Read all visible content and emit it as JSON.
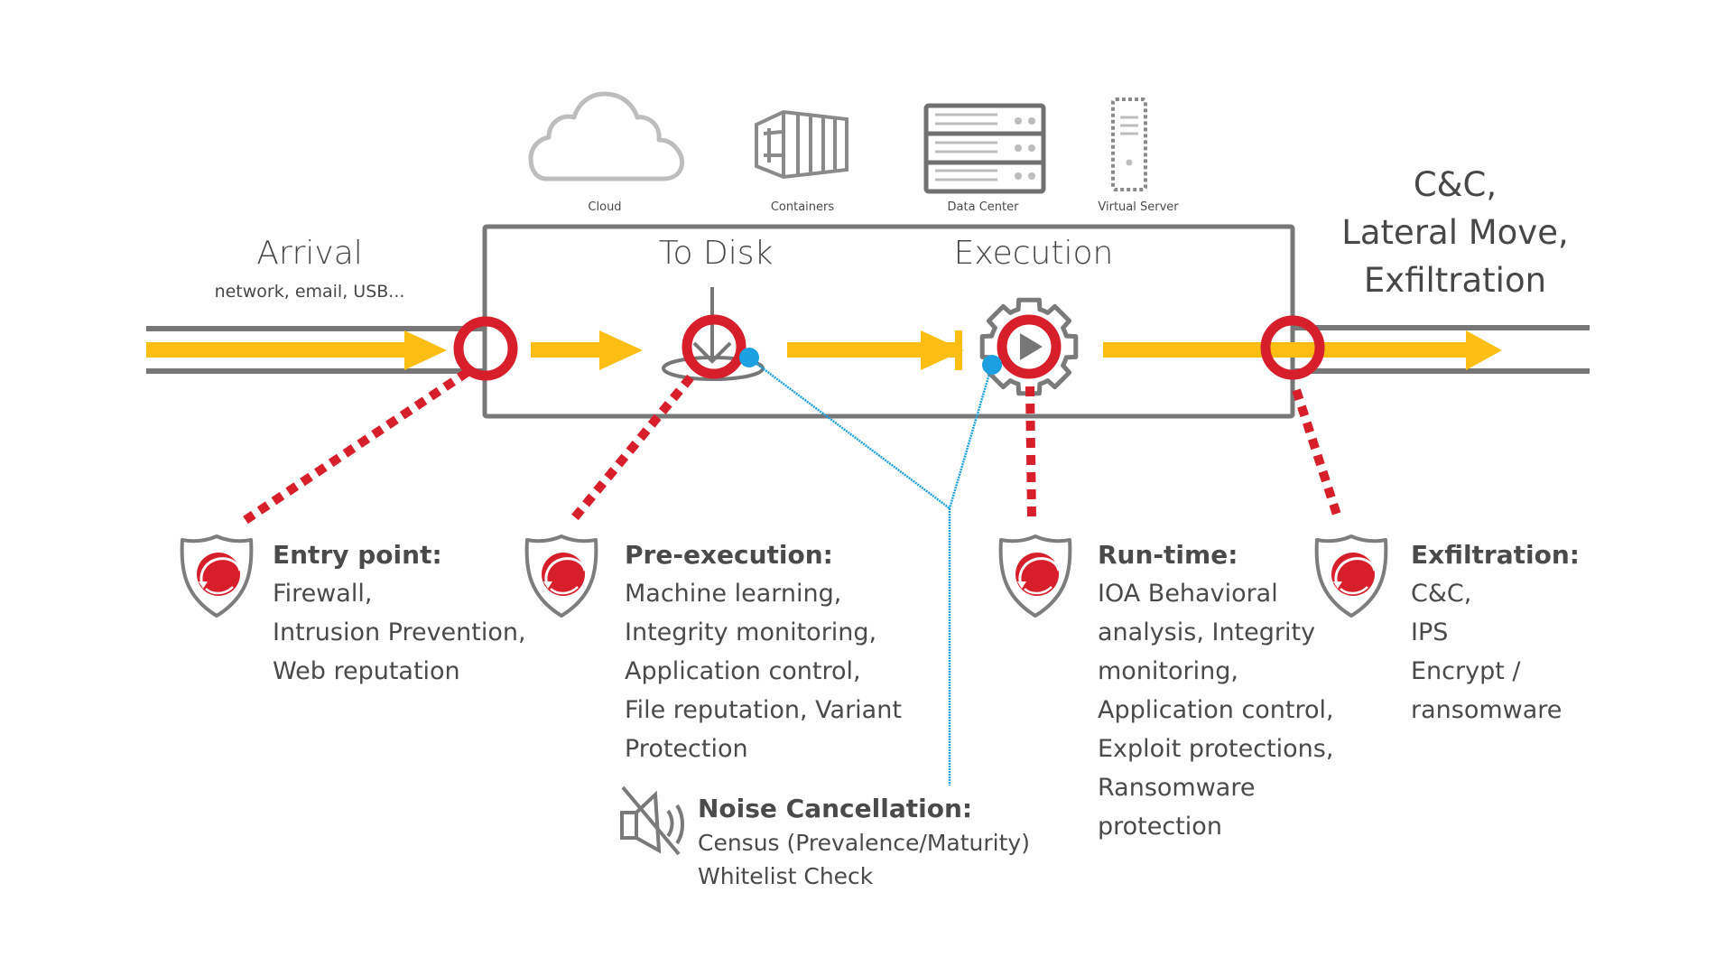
{
  "environments": [
    {
      "label": "Cloud",
      "icon": "cloud-icon"
    },
    {
      "label": "Containers",
      "icon": "container-icon"
    },
    {
      "label": "Data Center",
      "icon": "server-rack-icon"
    },
    {
      "label": "Virtual Server",
      "icon": "virtual-server-icon"
    }
  ],
  "stages": {
    "arrival": {
      "title": "Arrival",
      "subtitle": "network, email, USB..."
    },
    "to_disk": {
      "title": "To Disk"
    },
    "execution": {
      "title": "Execution"
    },
    "exit": {
      "lines": [
        "C&C,",
        "Lateral Move,",
        "Exfiltration"
      ]
    }
  },
  "protections": [
    {
      "title": "Entry point:",
      "lines": [
        "Firewall,",
        "Intrusion Prevention,",
        "Web reputation"
      ]
    },
    {
      "title": "Pre-execution:",
      "lines": [
        "Machine learning,",
        "Integrity monitoring,",
        "Application control,",
        "File reputation, Variant",
        "Protection"
      ]
    },
    {
      "title": "Run-time:",
      "lines": [
        "IOA Behavioral",
        "analysis, Integrity",
        "monitoring,",
        "Application control,",
        "Exploit protections,",
        "Ransomware",
        "protection"
      ]
    },
    {
      "title": "Exfiltration:",
      "lines": [
        "C&C,",
        "IPS",
        "Encrypt /",
        "ransomware"
      ]
    }
  ],
  "noise_cancellation": {
    "title": "Noise Cancellation:",
    "lines": [
      "Census (Prevalence/Maturity)",
      "Whitelist Check"
    ]
  },
  "colors": {
    "flow_arrow": "#FDBE14",
    "checkpoint": "#D71F2B",
    "pipe": "#777777",
    "connector": "#1BA1E2",
    "icon_gray": "#8a8a8a"
  }
}
